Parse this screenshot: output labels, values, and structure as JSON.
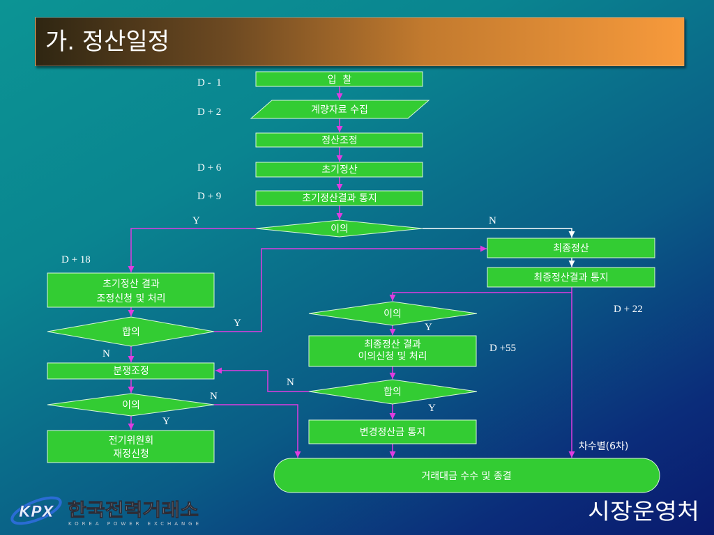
{
  "slide": {
    "title": "가. 정산일정",
    "department": "시장운영처"
  },
  "logo": {
    "mark": "KPX",
    "name": "한국전력거래소",
    "subtitle": "KOREA POWER EXCHANGE"
  },
  "colors": {
    "node_fill": "#33cc33",
    "arrow": "#e03ce0",
    "arrow_alt": "#ffffff",
    "title_bar_start": "#2f2612",
    "title_bar_end": "#f79a3c"
  },
  "flow": {
    "bid": "입  찰",
    "meter_data": "계량자료 수집",
    "adjustment": "정산조정",
    "initial_settlement": "초기정산",
    "initial_notice": "초기정산결과 통지",
    "objection_1": "이의",
    "final_settlement": "최종정산",
    "final_notice": "최종정산결과 통지",
    "initial_result": [
      "초기정산 결과",
      "조정신청 및 처리"
    ],
    "agreement_1": "합의",
    "dispute_mediation": "분쟁조정",
    "objection_2": "이의",
    "commission": [
      "전기위원회",
      "재정신청"
    ],
    "objection_3": "이의",
    "final_result": [
      "최종정산 결과",
      "이의신청 및 처리"
    ],
    "agreement_2": "합의",
    "change_notice": "변경정산금 통지",
    "closing": "거래대금 수수 및 종결"
  },
  "schedule": {
    "d_minus_1": "D -  1",
    "d_plus_2": "D + 2",
    "d_plus_6": "D + 6",
    "d_plus_9": "D + 9",
    "d_plus_18": "D + 18",
    "d_plus_22": "D + 22",
    "d_plus_55": "D +55"
  },
  "branches": {
    "objection_1_yes": "Y",
    "objection_1_no": "N",
    "agreement_1_yes": "Y",
    "agreement_1_no": "N",
    "objection_2_no": "N",
    "objection_2_yes": "Y",
    "objection_3_yes": "Y",
    "agreement_2_no": "N",
    "agreement_2_yes": "Y"
  },
  "edge_labels": {
    "per_round": "차수별(6차)"
  }
}
